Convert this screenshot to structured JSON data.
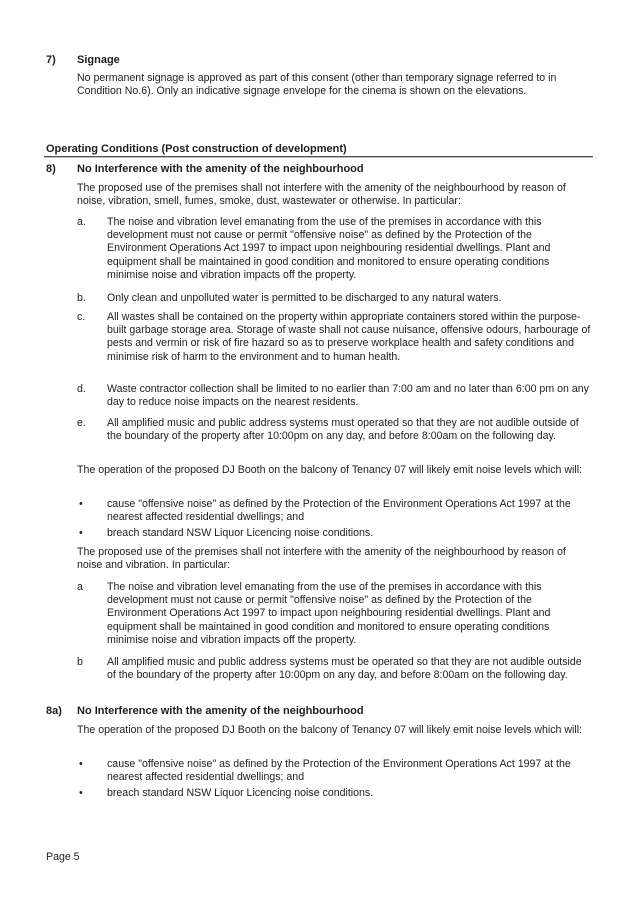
{
  "conditions": {
    "c7": {
      "number": "7)",
      "title": "Signage",
      "body": "No permanent signage is approved as part of this consent (other than temporary signage referred to in Condition No.6). Only an indicative signage envelope for the cinema is shown on the elevations."
    },
    "section_heading": "Operating Conditions (Post construction of development)",
    "c8": {
      "number": "8)",
      "title": "No Interference with the amenity of the neighbourhood",
      "intro": "The proposed use of the premises shall not interfere with the amenity of the neighbourhood by reason of noise, vibration, smell, fumes, smoke, dust, wastewater or otherwise. In particular:",
      "items": [
        {
          "label": "a.",
          "text": "The noise and vibration level emanating from the use of the premises in accordance with this development must not cause or permit \"offensive noise\" as defined by the Protection of the Environment Operations Act 1997 to impact upon neighbouring residential dwellings. Plant and equipment shall be maintained in good condition and monitored to ensure operating conditions minimise noise and vibration impacts off the property."
        },
        {
          "label": "b.",
          "text": "Only clean and unpolluted water is permitted to be discharged to any natural waters."
        },
        {
          "label": "c.",
          "text": "All wastes shall be contained on the property within appropriate containers stored within the purpose-built garbage storage area. Storage of waste shall not cause nuisance, offensive odours, harbourage of pests and vermin or risk of fire hazard so as to preserve workplace health and safety conditions and minimise risk of harm to the environment and to human health."
        },
        {
          "label": "d.",
          "text": "Waste contractor collection shall be limited to no earlier than 7:00 am and no later than 6:00 pm on any day to reduce noise impacts on the nearest residents."
        },
        {
          "label": "e.",
          "text": "All amplified music and public address systems must operated so that they are not audible outside of the boundary of the property after 10:00pm on any day, and before 8:00am on the following day."
        }
      ],
      "dj_intro": "The operation of the proposed DJ Booth on the balcony of Tenancy 07 will likely emit noise levels which will:",
      "dj_bullets": [
        {
          "label": "•",
          "text": "cause \"offensive noise\" as defined by the Protection of the Environment Operations Act 1997 at the nearest affected residential dwellings; and"
        },
        {
          "label": "•",
          "text": "breach standard NSW Liquor Licencing noise conditions."
        }
      ],
      "intro2": "The proposed use of the premises shall not interfere with the amenity of the neighbourhood by reason of noise and vibration. In particular:",
      "items2": [
        {
          "label": "a",
          "text": "The noise and vibration level emanating from the use of the premises in accordance with this development must not cause or permit \"offensive noise\" as defined by the Protection of the Environment Operations Act 1997 to impact upon neighbouring residential dwellings. Plant and equipment shall be maintained in good condition and monitored to ensure operating conditions minimise noise and vibration impacts off the property."
        },
        {
          "label": "b",
          "text": "All amplified music and public address systems must be operated so that they are not audible outside of the boundary of the property after 10:00pm on any day, and before 8:00am on the following day."
        }
      ]
    },
    "c8a": {
      "number": "8a)",
      "title": "No Interference with the amenity of the neighbourhood",
      "intro": "The operation of the proposed DJ Booth on the balcony of Tenancy 07 will likely emit noise levels which will:",
      "bullets": [
        {
          "label": "•",
          "text": "cause \"offensive noise\" as defined by the Protection of the Environment Operations Act 1997 at the nearest affected residential dwellings; and"
        },
        {
          "label": "•",
          "text": "breach standard NSW Liquor Licencing noise conditions."
        }
      ]
    }
  },
  "footer": {
    "page_label": "Page 5"
  }
}
